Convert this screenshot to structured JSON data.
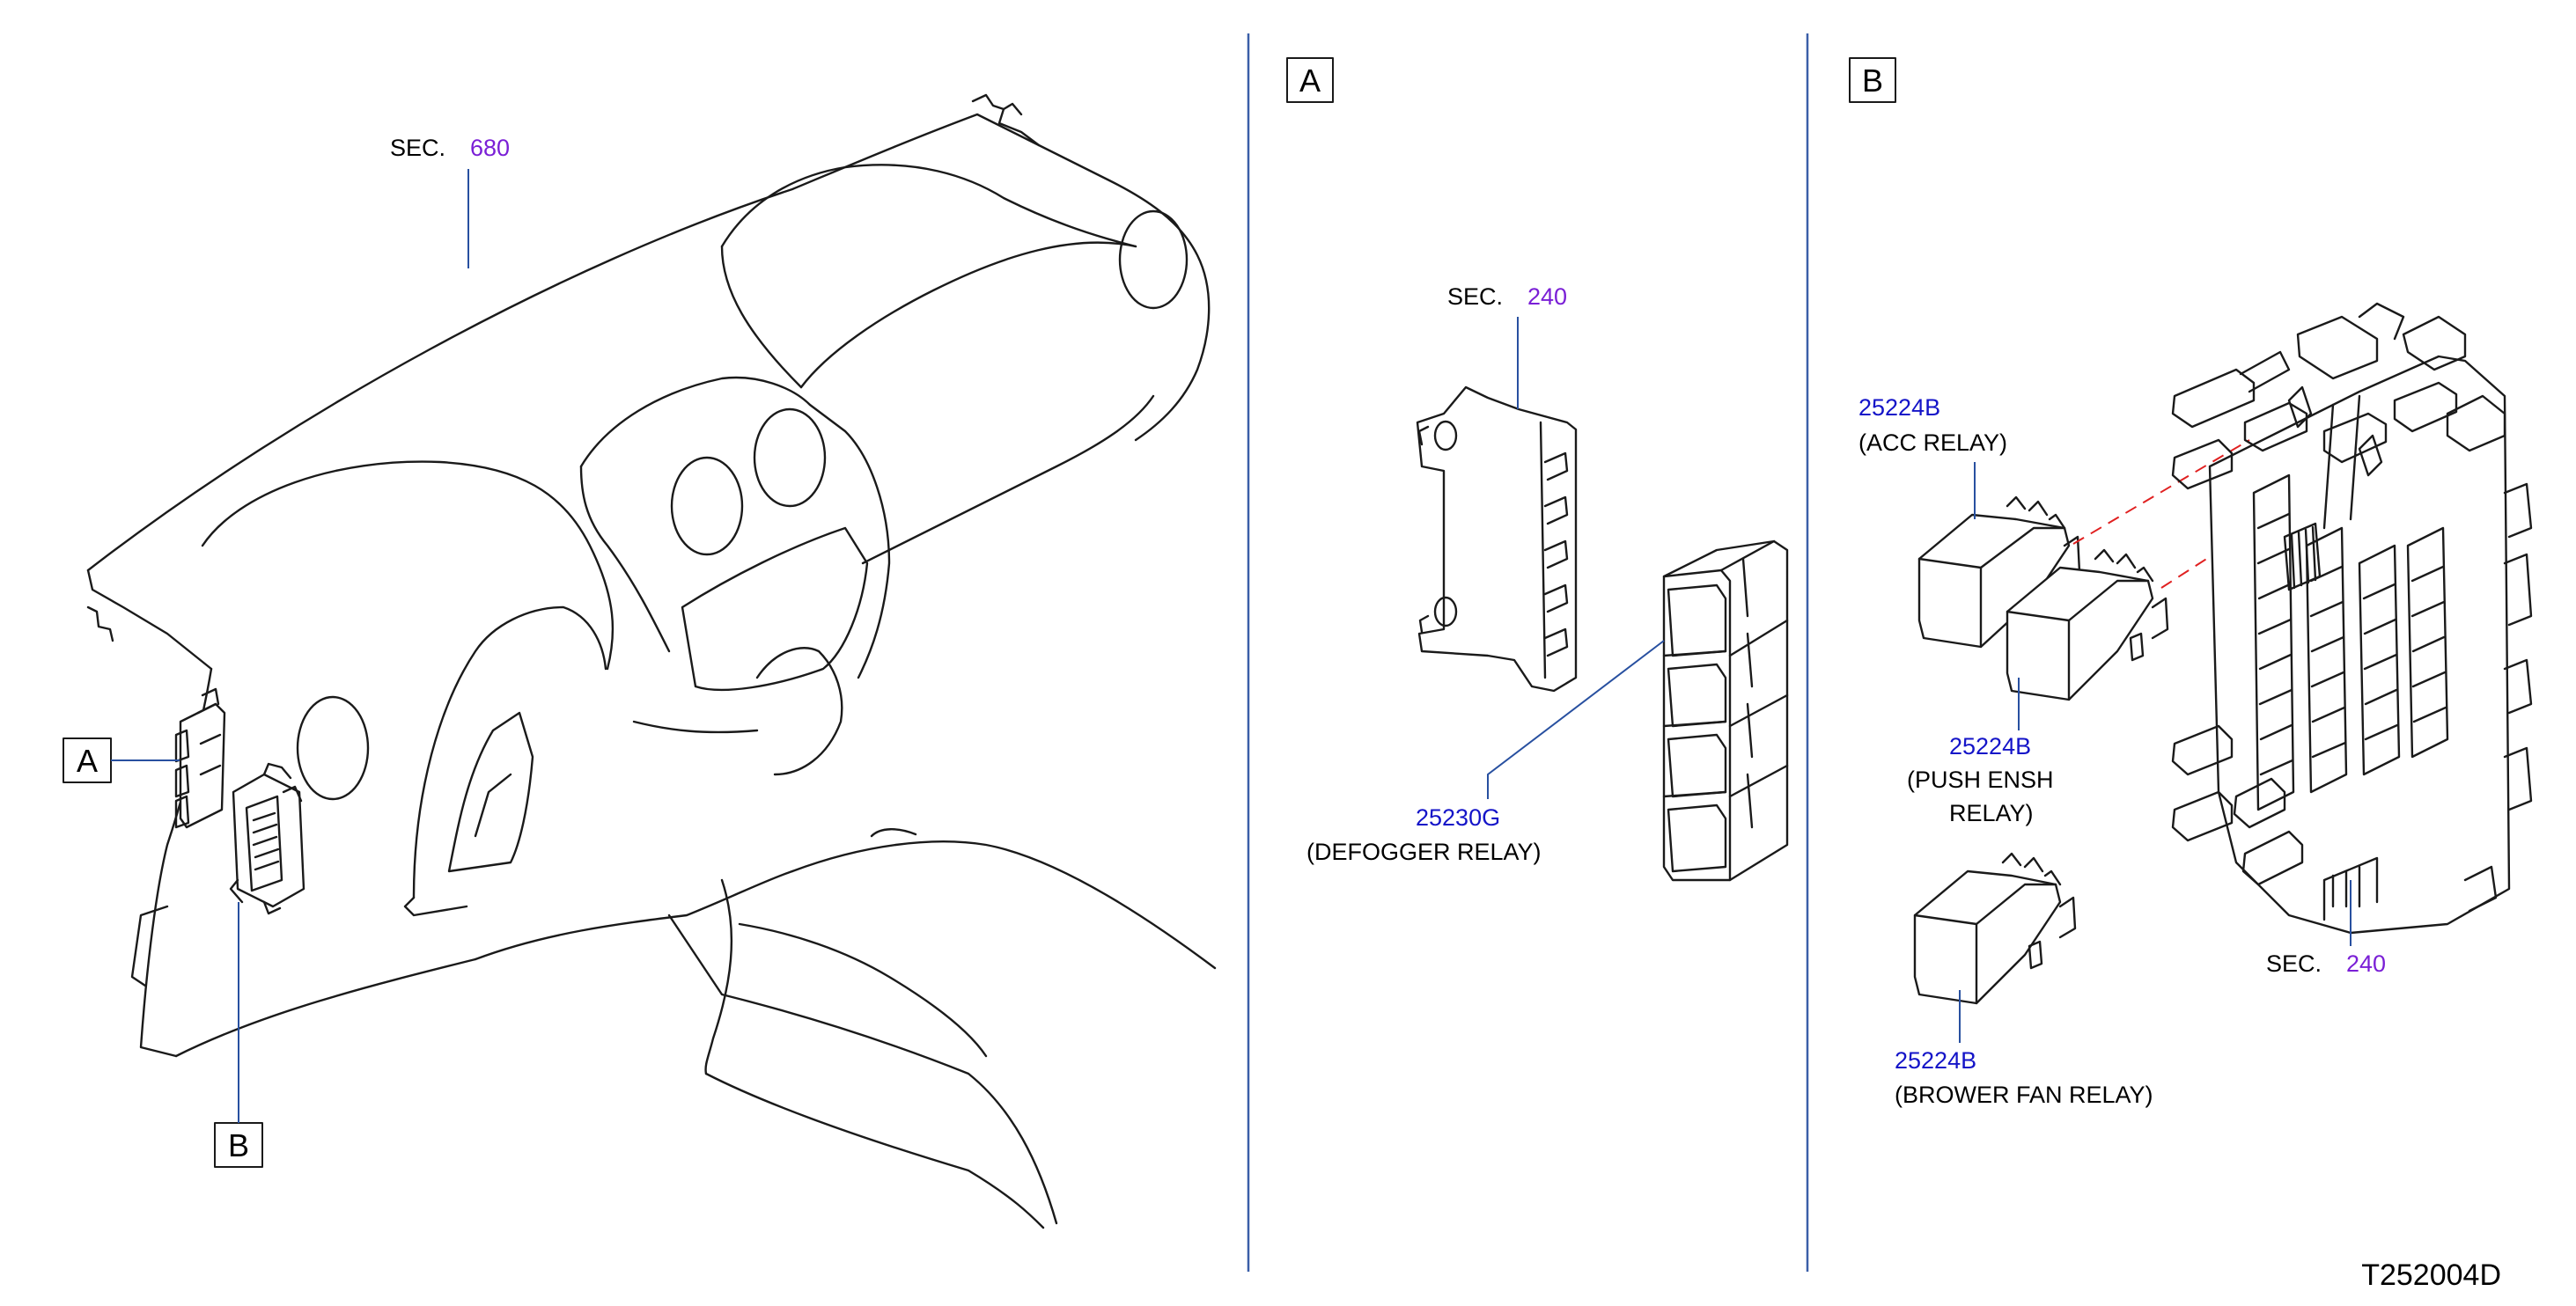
{
  "overview": {
    "sec_prefix": "SEC.",
    "sec_number": "680",
    "callout_a": "A",
    "callout_b": "B"
  },
  "panel_a": {
    "title": "A",
    "sec_prefix": "SEC.",
    "sec_number": "240",
    "part_number": "25230G",
    "part_name": "(DEFOGGER   RELAY)"
  },
  "panel_b": {
    "title": "B",
    "acc": {
      "part_number": "25224B",
      "part_name": "(ACC   RELAY)"
    },
    "push": {
      "part_number": "25224B",
      "part_name_line1": "(PUSH   ENSH",
      "part_name_line2": "RELAY)"
    },
    "blower": {
      "part_number": "25224B",
      "part_name": "(BROWER   FAN    RELAY)"
    },
    "sec_prefix": "SEC.",
    "sec_number": "240"
  },
  "diagram_code": "T252004D",
  "colors": {
    "part_number": "#1414c8",
    "section_number": "#7a1fd6",
    "leader": "#2850a0",
    "divider": "#3a5fa8",
    "dashed_guide": "#e02020"
  }
}
